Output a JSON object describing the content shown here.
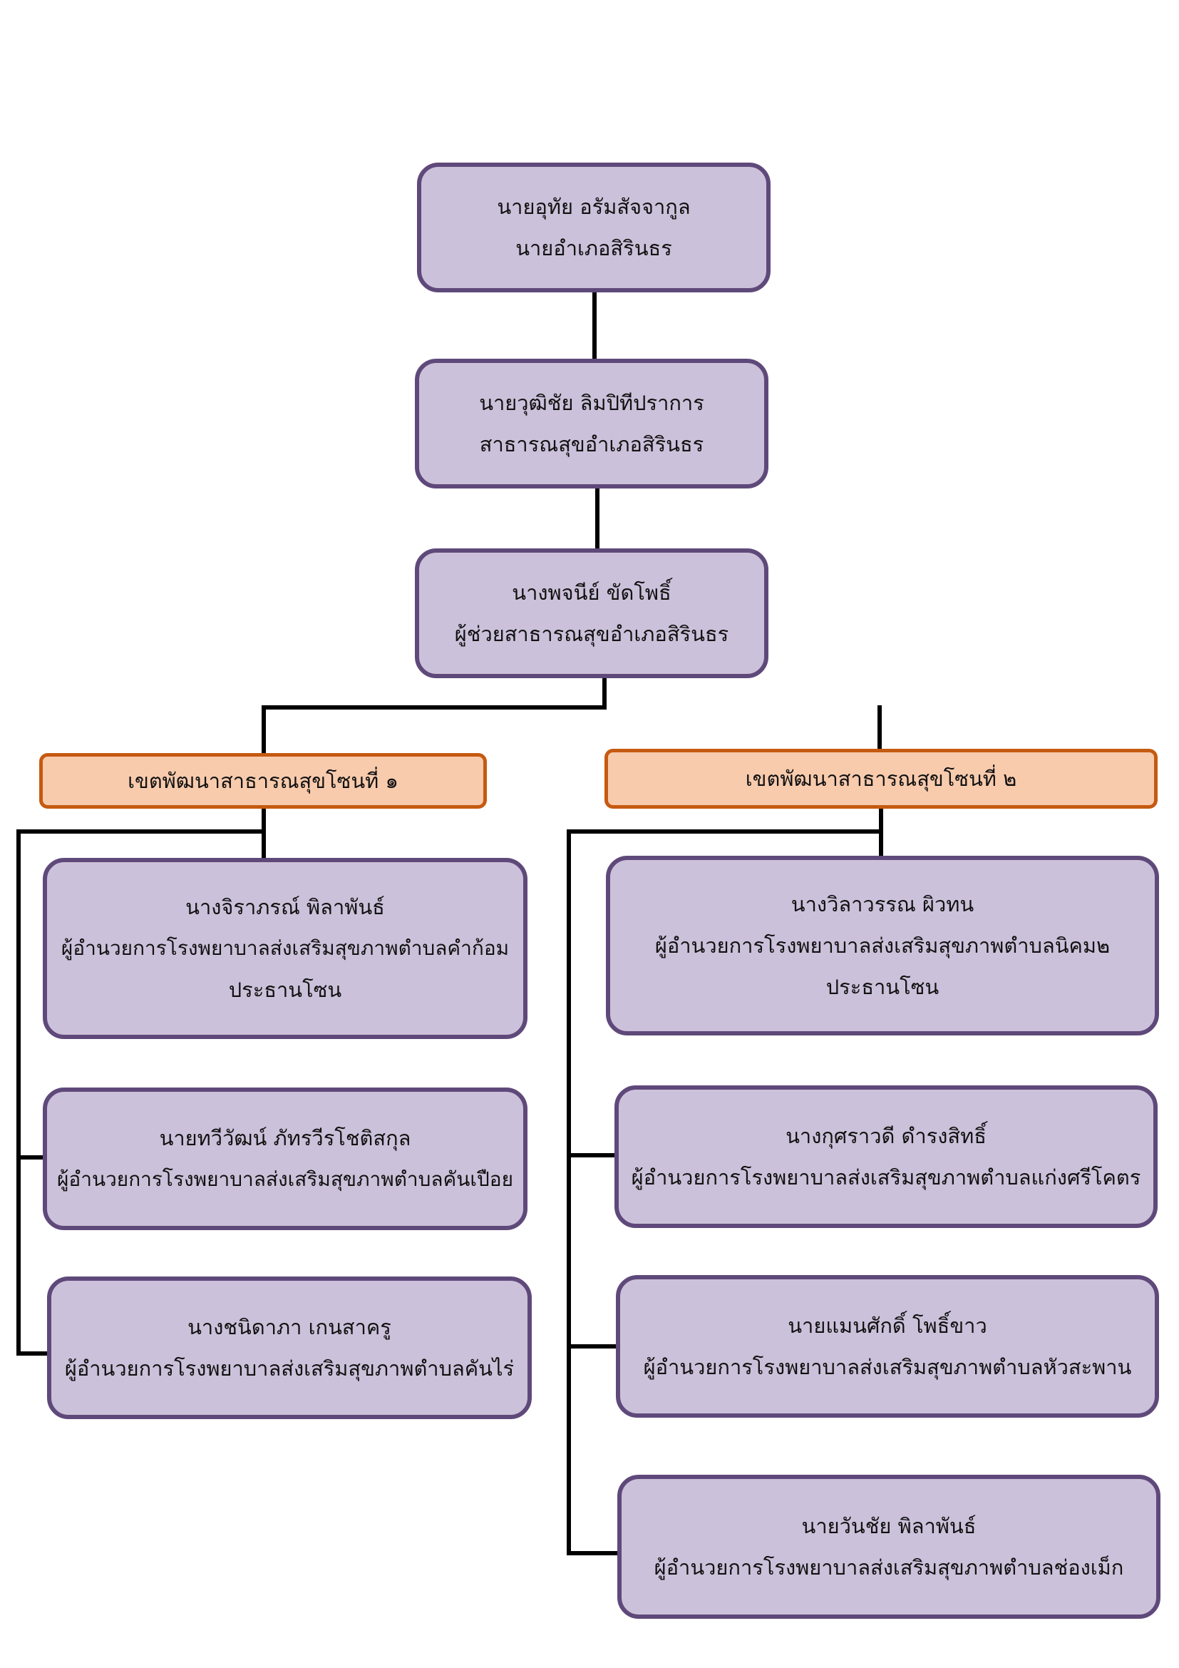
{
  "nodes": {
    "district_chief": {
      "name": "นายอุทัย อรัมสัจจากูล",
      "position": "นายอำเภอสิรินธร"
    },
    "health_officer": {
      "name": "นายวุฒิชัย ลิมปิทีปราการ",
      "position": "สาธารณสุขอำเภอสิรินธร"
    },
    "assistant_officer": {
      "name": "นางพจนีย์ ขัดโพธิ์",
      "position": "ผู้ช่วยสาธารณสุขอำเภอสิรินธร"
    }
  },
  "zones": [
    {
      "title": "เขตพัฒนาสาธารณสุขโซนที่ ๑",
      "members": [
        {
          "name": "นางจิราภรณ์ พิลาพันธ์",
          "position": "ผู้อำนวยการโรงพยาบาลส่งเสริมสุขภาพตำบลคำก้อม",
          "role": "ประธานโซน"
        },
        {
          "name": "นายทวีวัฒน์ ภัทรวีรโชติสกุล",
          "position": "ผู้อำนวยการโรงพยาบาลส่งเสริมสุขภาพตำบลคันเปือย"
        },
        {
          "name": "นางชนิดาภา เกนสาครู",
          "position": "ผู้อำนวยการโรงพยาบาลส่งเสริมสุขภาพตำบลคันไร่"
        }
      ]
    },
    {
      "title": "เขตพัฒนาสาธารณสุขโซนที่ ๒",
      "members": [
        {
          "name": "นางวิลาวรรณ ผิวทน",
          "position": "ผู้อำนวยการโรงพยาบาลส่งเสริมสุขภาพตำบลนิคม๒",
          "role": "ประธานโซน"
        },
        {
          "name": "นางกุศราวดี ดำรงสิทธิ์",
          "position": "ผู้อำนวยการโรงพยาบาลส่งเสริมสุขภาพตำบลแก่งศรีโคตร"
        },
        {
          "name": "นายแมนศักดิ์ โพธิ์ขาว",
          "position": "ผู้อำนวยการโรงพยาบาลส่งเสริมสุขภาพตำบลหัวสะพาน"
        },
        {
          "name": "นายวันชัย พิลาพันธ์",
          "position": "ผู้อำนวยการโรงพยาบาลส่งเสริมสุขภาพตำบลช่องเม็ก"
        }
      ]
    }
  ],
  "colors": {
    "box_fill": "#ccc1da",
    "box_border": "#5f497a",
    "zone_fill": "#f8cbad",
    "zone_border": "#c55a11",
    "connector": "#000000"
  }
}
